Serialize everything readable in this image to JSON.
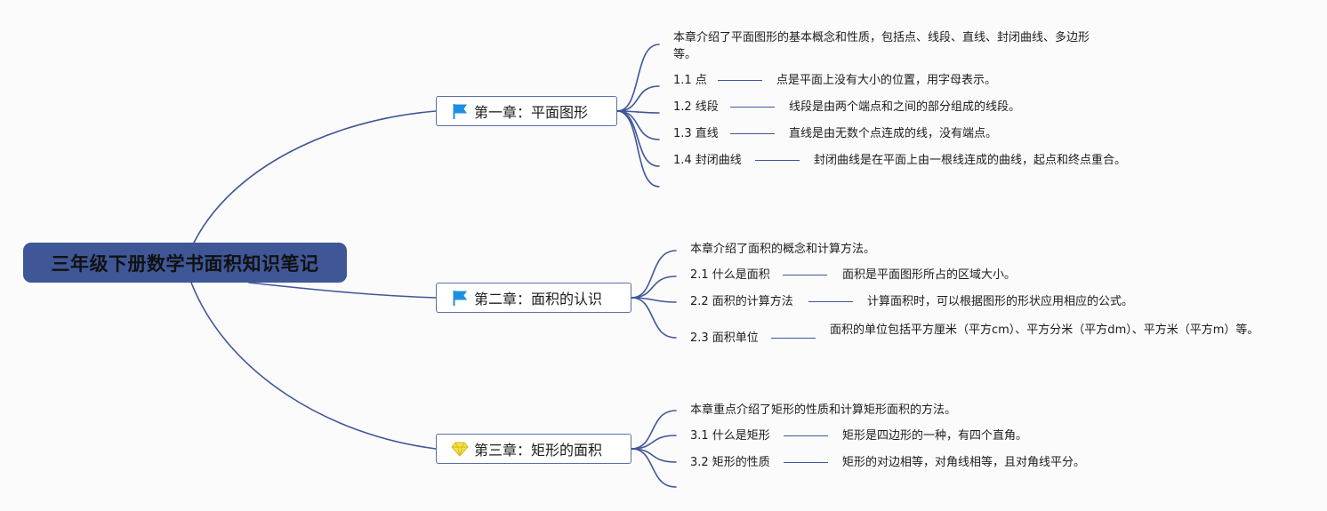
{
  "root": {
    "title": "三年级下册数学书面积知识笔记"
  },
  "chapters": [
    {
      "title": "第一章：平面图形",
      "icon": "blue-flag-icon",
      "intro": "本章介绍了平面图形的基本概念和性质，包括点、线段、直线、封闭曲线、多边形等。",
      "sections": [
        {
          "label": "1.1 点",
          "detail": "点是平面上没有大小的位置，用字母表示。"
        },
        {
          "label": "1.2 线段",
          "detail": "线段是由两个端点和之间的部分组成的线段。"
        },
        {
          "label": "1.3 直线",
          "detail": "直线是由无数个点连成的线，没有端点。"
        },
        {
          "label": "1.4 封闭曲线",
          "detail": "封闭曲线是在平面上由一根线连成的曲线，起点和终点重合。"
        }
      ]
    },
    {
      "title": "第二章：面积的认识",
      "icon": "blue-flag-icon",
      "intro": "本章介绍了面积的概念和计算方法。",
      "sections": [
        {
          "label": "2.1 什么是面积",
          "detail": "面积是平面图形所占的区域大小。"
        },
        {
          "label": "2.2 面积的计算方法",
          "detail": "计算面积时，可以根据图形的形状应用相应的公式。"
        },
        {
          "label": "2.3 面积单位",
          "detail": "面积的单位包括平方厘米（平方cm）、平方分米（平方dm）、平方米（平方m）等。"
        }
      ]
    },
    {
      "title": "第三章：矩形的面积",
      "icon": "yellow-diamond-icon",
      "intro": "本章重点介绍了矩形的性质和计算矩形面积的方法。",
      "sections": [
        {
          "label": "3.1 什么是矩形",
          "detail": "矩形是四边形的一种，有四个直角。"
        },
        {
          "label": "3.2 矩形的性质",
          "detail": "矩形的对边相等，对角线相等，且对角线平分。"
        }
      ]
    }
  ],
  "colors": {
    "link": "#3f5797",
    "root_bg": "#3f5797",
    "flag": "#1e8fe0",
    "diamond": "#f4e24a"
  }
}
